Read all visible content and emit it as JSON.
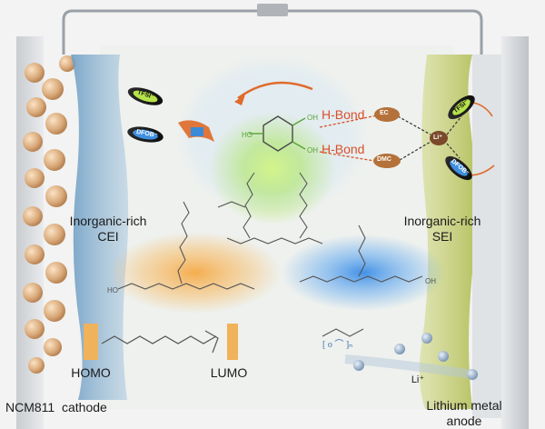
{
  "labels": {
    "cei": "Inorganic-rich\nCEI",
    "sei": "Inorganic-rich\nSEI",
    "homo": "HOMO",
    "lumo": "LUMO",
    "cathode": "NCM811  cathode",
    "anode": "Lithium metal\nanode",
    "li_plus": "Li⁺",
    "li_center": "Li⁺"
  },
  "hbonds": [
    {
      "label": "H-Bond",
      "partner": "EC"
    },
    {
      "label": "H-Bond",
      "partner": "DMC"
    }
  ],
  "anions": {
    "left": [
      "TFSI⁻",
      "DFOB⁻"
    ],
    "right": [
      "TFSI⁻",
      "DFOB⁻"
    ]
  },
  "colors": {
    "accent": "#e06a2a",
    "cei_band": "#8fb3cf",
    "sei_band": "#c6cf7e",
    "orange_cloud": "#f6a53c",
    "blue_cloud": "#3b8fe0",
    "green_core": "#a6e83a",
    "particle": "#d8a878",
    "hbond_text": "#d9502a"
  }
}
